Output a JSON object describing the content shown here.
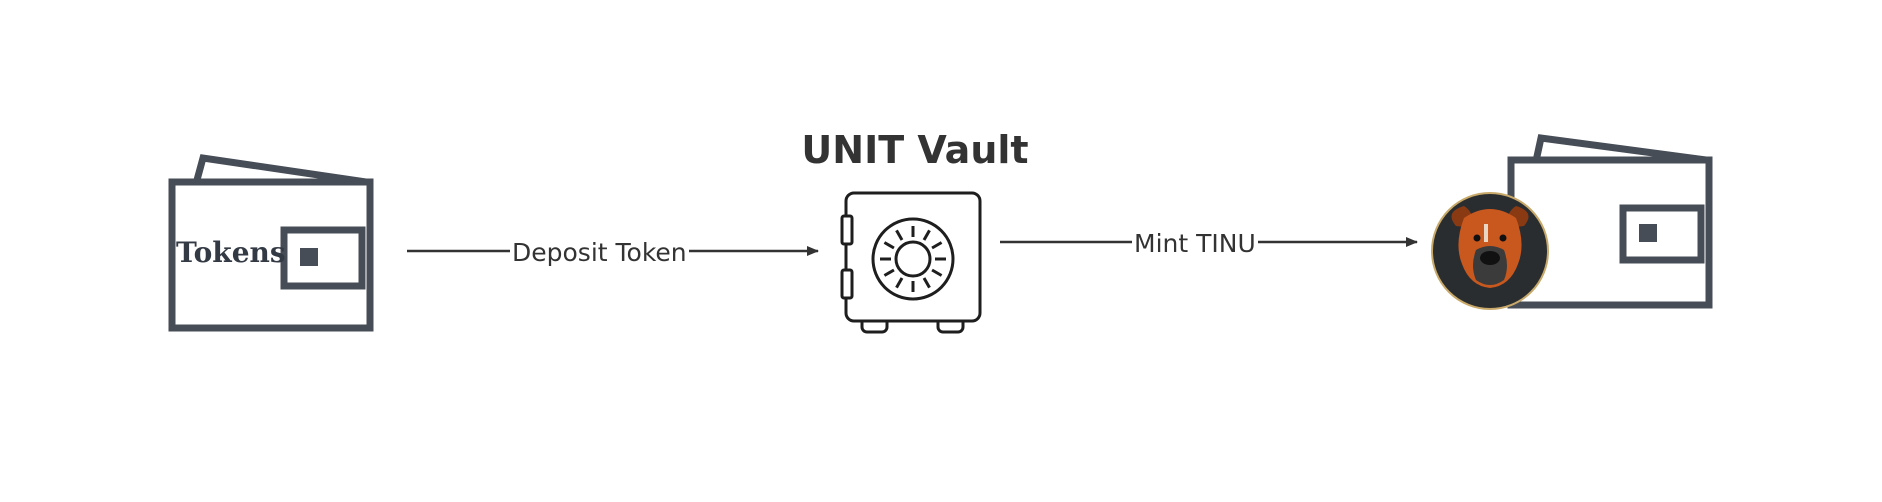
{
  "diagram": {
    "title": "UNIT Vault",
    "nodes": [
      {
        "id": "source-wallet",
        "label": "Tokens",
        "icon": "wallet-icon"
      },
      {
        "id": "vault",
        "label": "",
        "icon": "safe-icon"
      },
      {
        "id": "dest-wallet",
        "label": "",
        "icon": "wallet-icon",
        "badge_icon": "dog-avatar-icon"
      }
    ],
    "edges": [
      {
        "from": "source-wallet",
        "to": "vault",
        "label": "Deposit Token"
      },
      {
        "from": "vault",
        "to": "dest-wallet",
        "label": "Mint TINU"
      }
    ]
  },
  "colors": {
    "wallet_stroke": "#474d56",
    "safe_stroke": "#1e1e1e",
    "arrow": "#333333",
    "avatar_bg": "#2a2d30",
    "avatar_fur": "#c9581e",
    "avatar_ring": "#c8a96a"
  }
}
